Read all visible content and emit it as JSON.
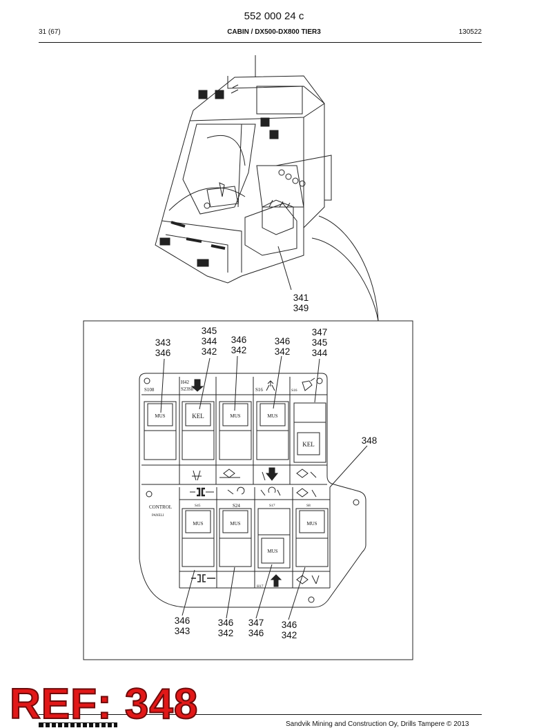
{
  "header": {
    "doc_number": "552 000 24 c",
    "page": "31 (67)",
    "title": "CABIN / DX500-DX800 TIER3",
    "date_code": "130522"
  },
  "callouts": {
    "c341": [
      "341",
      "349"
    ],
    "c343a": [
      "343",
      "346"
    ],
    "c345": [
      "345",
      "344",
      "342"
    ],
    "c346a": [
      "346",
      "342"
    ],
    "c346b": [
      "346",
      "342"
    ],
    "c347": [
      "347",
      "345",
      "344"
    ],
    "c348": [
      "348"
    ],
    "c346c": [
      "346",
      "343"
    ],
    "c346d": [
      "346",
      "342"
    ],
    "c347b": [
      "347",
      "346"
    ],
    "c346e": [
      "346",
      "342"
    ]
  },
  "panel": {
    "top_labels": {
      "s108": "S108",
      "h42": "H42",
      "s23": "S23S8",
      "s16a": "S16",
      "s16b": "S16"
    },
    "side_labels": {
      "control": "CONTROL",
      "paneli": "PANELI"
    },
    "row2_labels": {
      "s45": "S45",
      "s24": "S24",
      "s17": "S17",
      "s8": "S8",
      "h17": "H17"
    },
    "switch_labels": [
      "MUS",
      "KEL",
      "MUS",
      "MUS",
      "KEL",
      "MUS",
      "MUS",
      "MUS",
      "MUS"
    ]
  },
  "ref_badge": "REF: 348",
  "footer": "Sandvik Mining and Construction Oy, Drills Tampere © 2013"
}
